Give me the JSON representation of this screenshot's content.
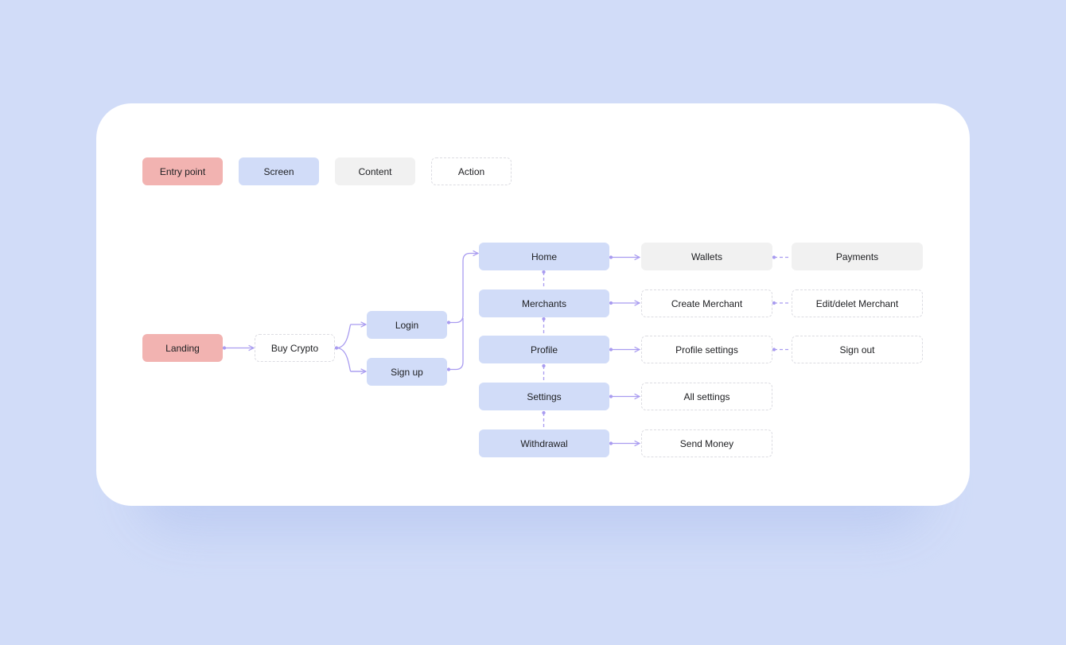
{
  "colors": {
    "page_background": "#d1dcf8",
    "card": "#ffffff",
    "entry_point": "#f2b3b1",
    "screen": "#d1dcf8",
    "content": "#f1f1f1",
    "action_border": "#dcdce2",
    "connector": "#a99cf0"
  },
  "legend": {
    "entry_point": "Entry point",
    "screen": "Screen",
    "content": "Content",
    "action": "Action"
  },
  "flow": {
    "landing": "Landing",
    "buy_crypto": "Buy Crypto",
    "login": "Login",
    "sign_up": "Sign up",
    "home": "Home",
    "merchants": "Merchants",
    "profile": "Profile",
    "settings": "Settings",
    "withdrawal": "Withdrawal",
    "wallets": "Wallets",
    "payments": "Payments",
    "create_merchant": "Create Merchant",
    "edit_delete_merchant": "Edit/delet Merchant",
    "profile_settings": "Profile settings",
    "sign_out": "Sign out",
    "all_settings": "All settings",
    "send_money": "Send Money"
  }
}
